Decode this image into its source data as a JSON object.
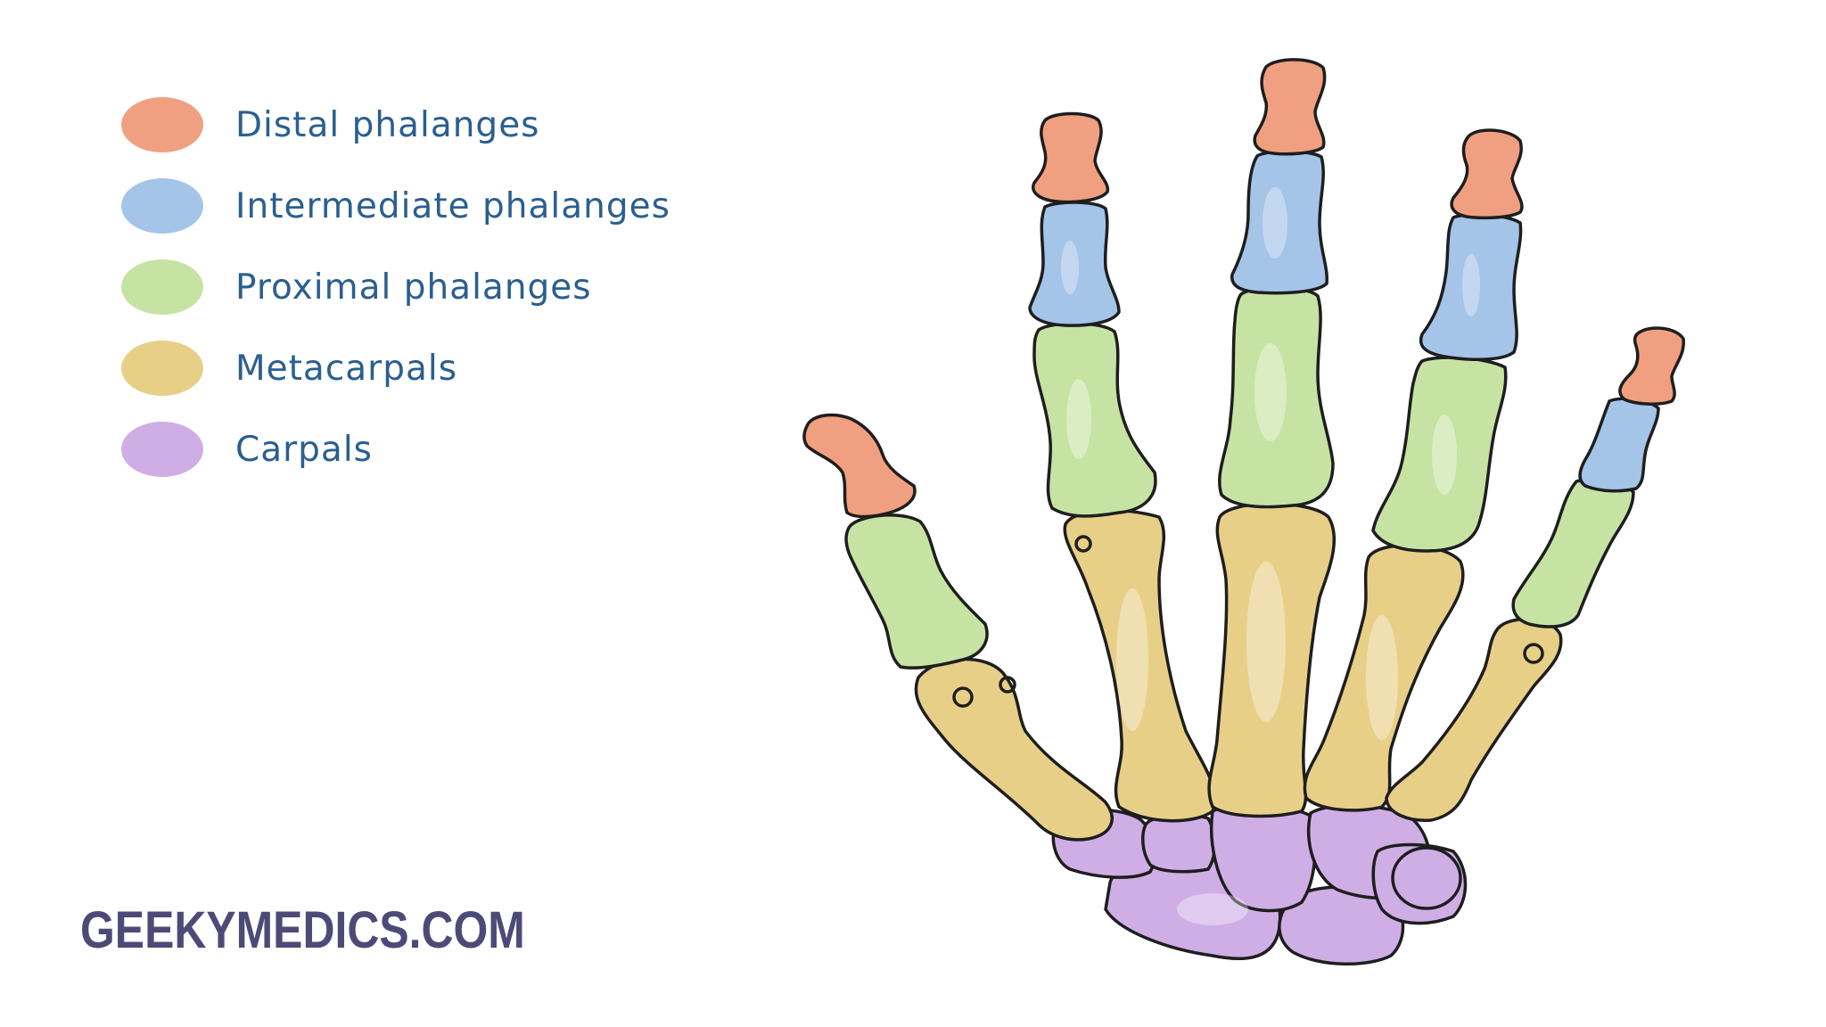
{
  "legend": {
    "items": [
      {
        "label": "Distal phalanges",
        "color": "#f0a080"
      },
      {
        "label": "Intermediate phalanges",
        "color": "#a4c4e8"
      },
      {
        "label": "Proximal phalanges",
        "color": "#c6e3a4"
      },
      {
        "label": "Metacarpals",
        "color": "#e8cf88"
      },
      {
        "label": "Carpals",
        "color": "#cfaee6"
      }
    ]
  },
  "brand": {
    "text": "GEEKYMEDICS.COM"
  }
}
